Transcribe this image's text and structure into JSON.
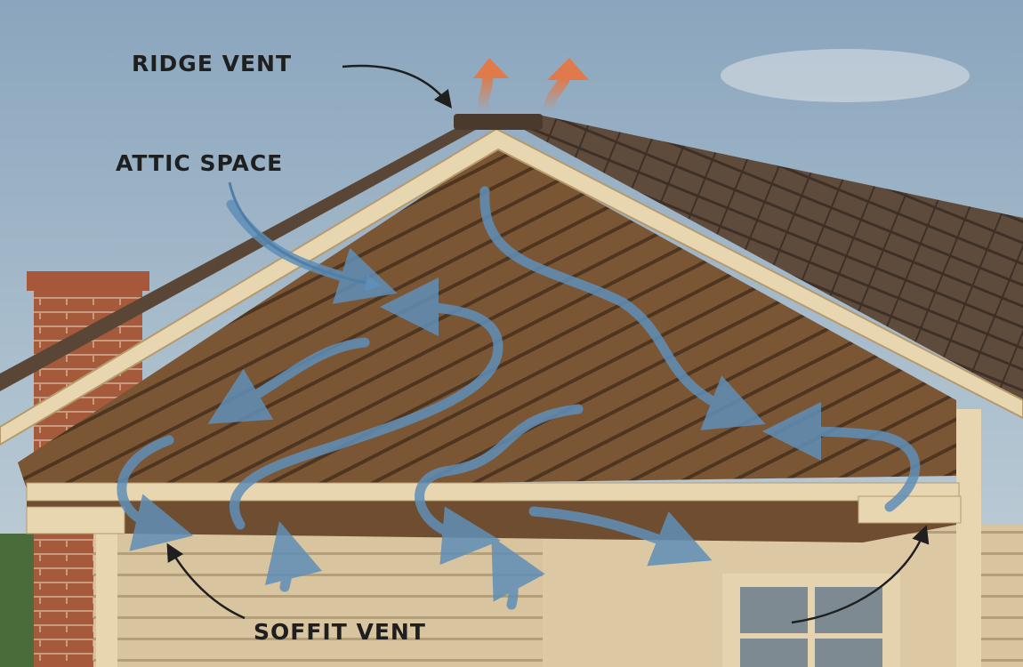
{
  "labels": {
    "ridge_vent": "RIDGE VENT",
    "attic_space": "ATTIC SPACE",
    "soffit_vent": "SOFFIT VENT"
  },
  "colors": {
    "sky_top": "#8fa9bf",
    "sky_bottom": "#c9d6dc",
    "shingles": "#5e4a3b",
    "attic_wood": "#7a5634",
    "trim": "#e8d6b0",
    "siding": "#d9c6a0",
    "brick": "#a85a3c",
    "airflow": "#5f8fb8",
    "hot_air": "#e07a4a"
  }
}
